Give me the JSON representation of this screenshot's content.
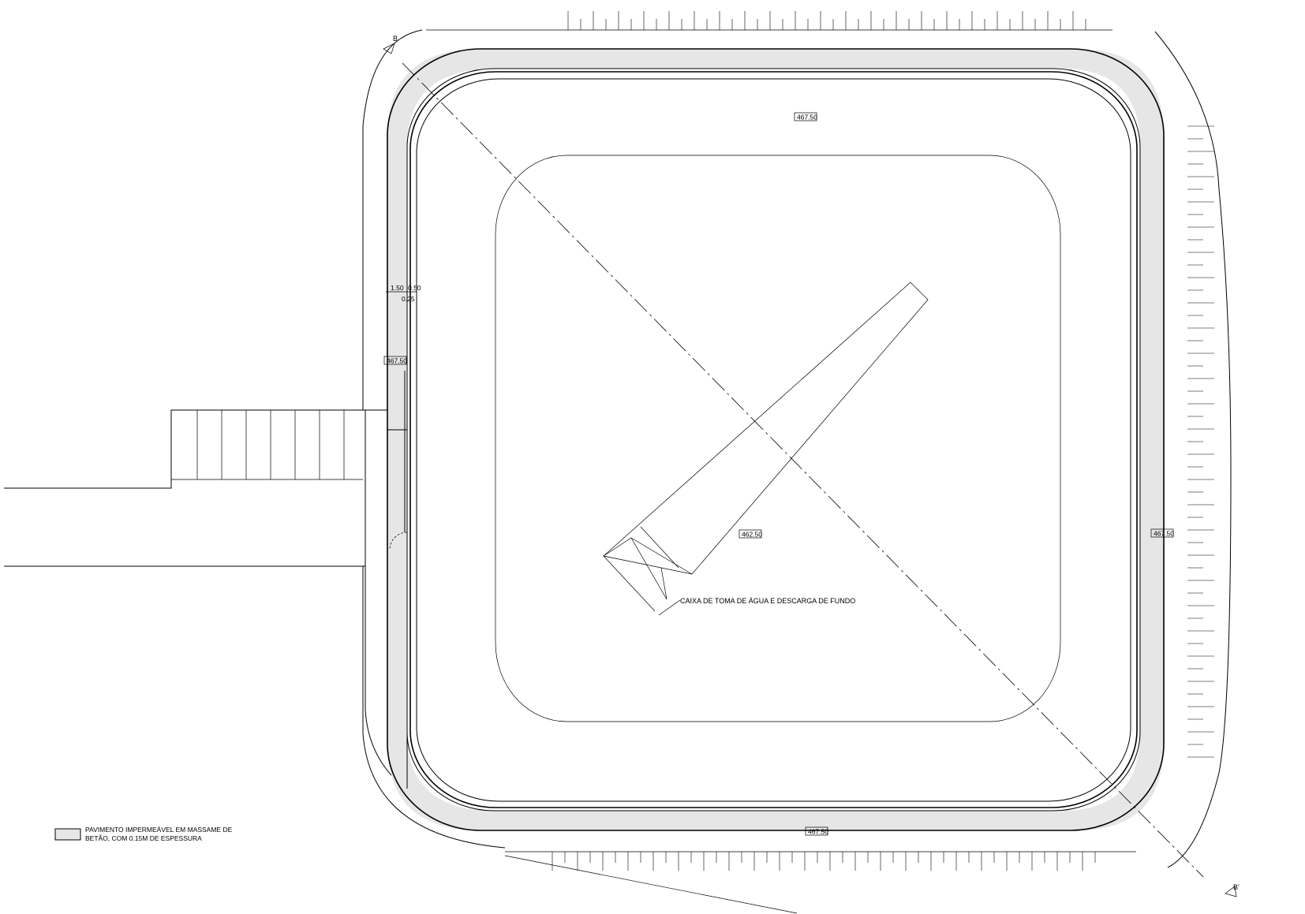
{
  "section_marks": {
    "start": "B",
    "end": "B'"
  },
  "elevations": {
    "top": "467.50",
    "left": "467.50",
    "right": "467.50",
    "bottom": "467.50",
    "bottom_center": "462.50"
  },
  "dimensions": {
    "a": "1.50",
    "b": "0.50",
    "c": "0.25"
  },
  "annotation": "CAIXA DE TOMA DE ÁGUA E DESCARGA DE FUNDO",
  "legend": {
    "line1": "PAVIMENTO IMPERMEÁVEL EM MASSAME DE",
    "line2": "BETÃO, COM 0.15M DE ESPESSURA",
    "swatch_color": "#e6e6e6"
  },
  "colors": {
    "line": "#000000",
    "pavement": "#e6e6e6",
    "background": "#ffffff"
  }
}
